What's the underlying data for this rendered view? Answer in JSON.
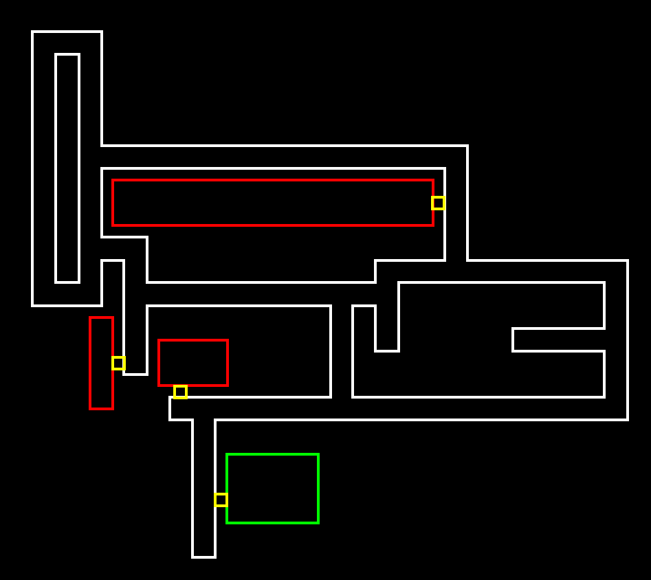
{
  "game": {
    "type": "top-down maze map",
    "background_color": "#000000",
    "corridor_color": "#ffffff",
    "locked_room_color": "#ff0000",
    "goal_room_color": "#00ff00",
    "door_color": "#ffff00",
    "corridor_count": 1,
    "locked_room_count": 3,
    "goal_room_count": 1,
    "door_count": 4
  }
}
